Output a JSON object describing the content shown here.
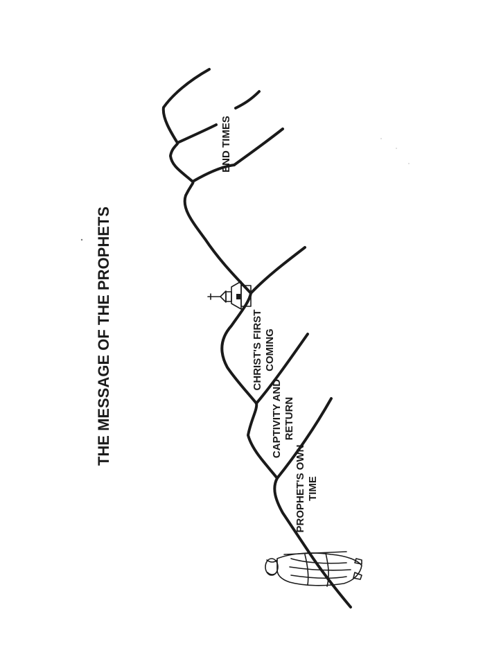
{
  "title": "THE MESSAGE OF THE PROPHETS",
  "labels": {
    "prophets_own_time": [
      "PROPHET'S OWN",
      "TIME"
    ],
    "captivity_and_return": [
      "CAPTIVITY AND",
      "RETURN"
    ],
    "christs_first_coming": [
      "CHRIST'S FIRST",
      "COMING"
    ],
    "end_times": [
      "END TIMES"
    ]
  },
  "colors": {
    "ink": "#1a1a1a",
    "paper": "#ffffff"
  },
  "icons": {
    "figure": "prophet-figure-icon",
    "church": "church-icon"
  }
}
